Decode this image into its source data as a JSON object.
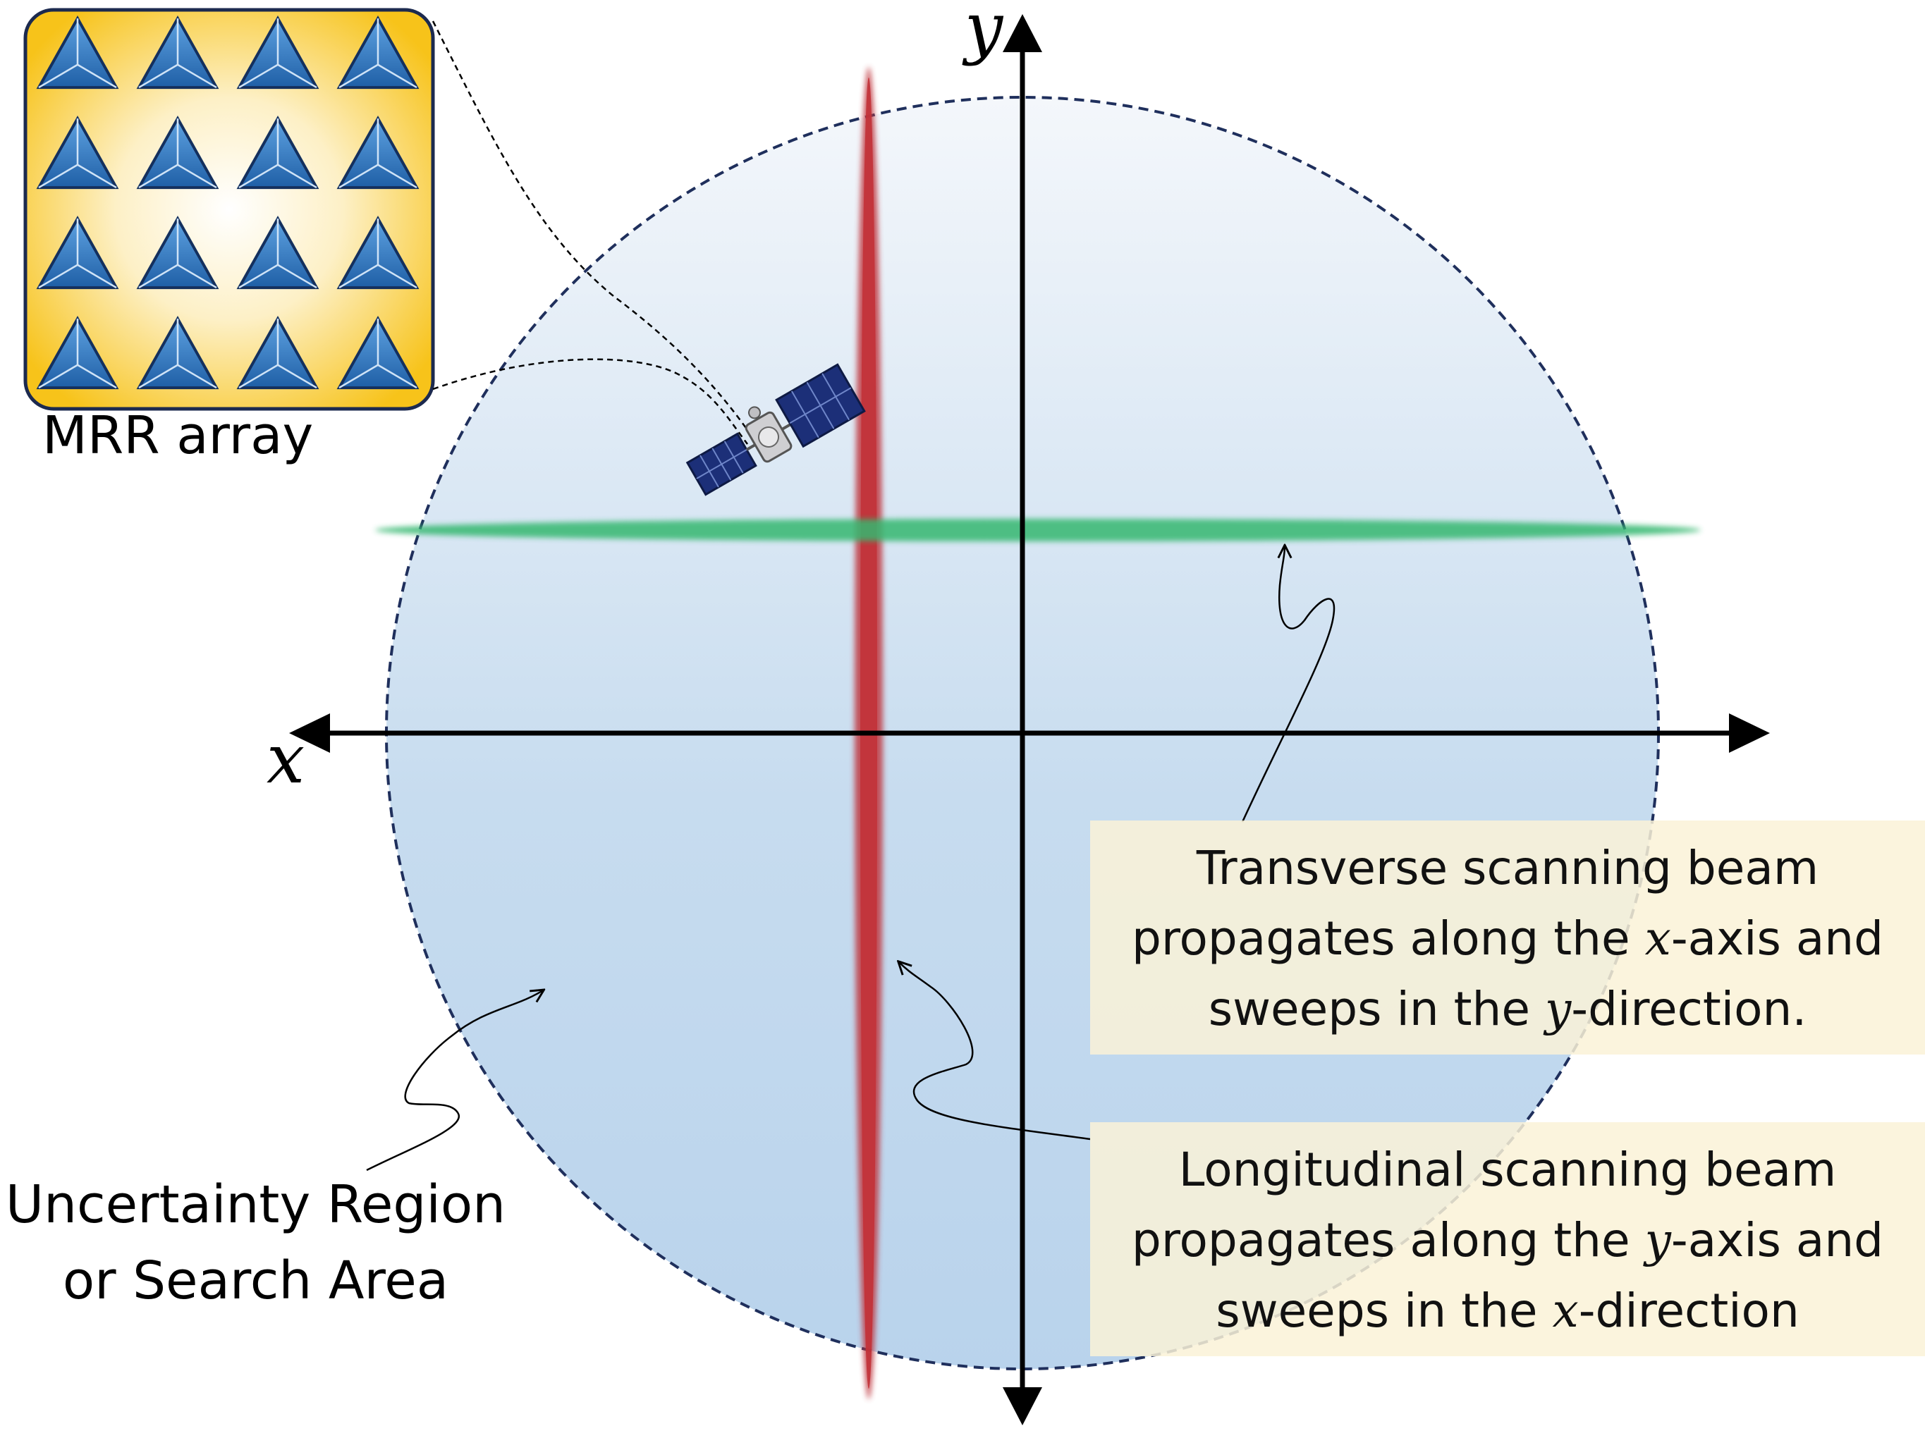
{
  "axes": {
    "x_label": "x",
    "y_label": "y"
  },
  "inset": {
    "label": "MRR array",
    "rows": 4,
    "cols": 4
  },
  "region": {
    "line1": "Uncertainty Region",
    "line2": "or Search Area"
  },
  "transverse": {
    "line1": "Transverse scanning beam",
    "line2_pre": "propagates along the ",
    "line2_var": "x",
    "line2_post": "-axis and",
    "line3_pre": "sweeps in the ",
    "line3_var": "y",
    "line3_post": "-direction."
  },
  "longitudinal": {
    "line1": "Longitudinal scanning beam",
    "line2_pre": "propagates along the ",
    "line2_var": "y",
    "line2_post": "-axis and",
    "line3_pre": "sweeps in the ",
    "line3_var": "x",
    "line3_post": "-direction"
  },
  "colors": {
    "region_top": "#f2f6fb",
    "region_bottom": "#a9c9e9",
    "region_border": "#1f2f5c",
    "red_beam": "#c0393f",
    "green_beam": "#2fb36a",
    "inset_gold": "#f7c41b",
    "triangle": "#3d7fc4"
  }
}
